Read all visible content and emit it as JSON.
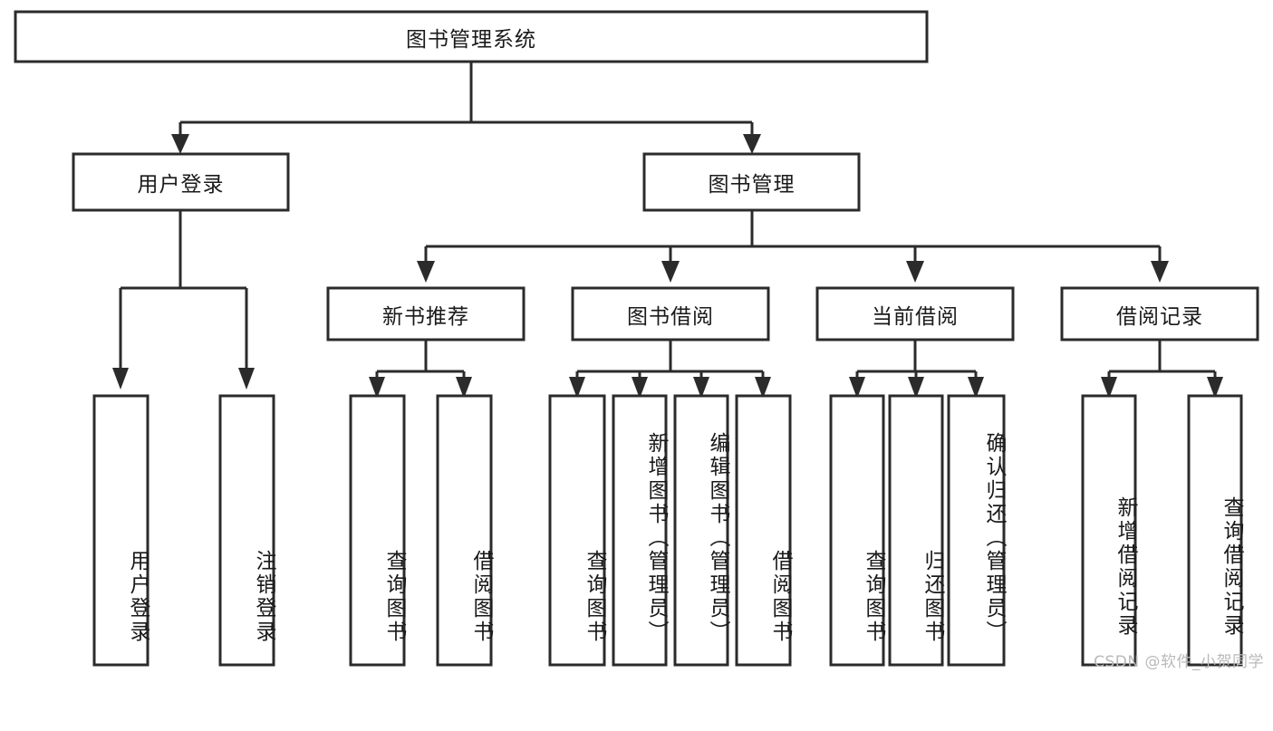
{
  "diagram": {
    "type": "tree-hierarchy",
    "title": "图书管理系统",
    "colors": {
      "background": "#ffffff",
      "stroke": "#2b2b2b",
      "box_fill": "#ffffff",
      "text": "#1a1a1a",
      "watermark": "#b9b9b9"
    },
    "root": {
      "label": "图书管理系统"
    },
    "level2": [
      {
        "label": "用户登录"
      },
      {
        "label": "图书管理"
      }
    ],
    "level3": [
      {
        "label": "新书推荐"
      },
      {
        "label": "图书借阅"
      },
      {
        "label": "当前借阅"
      },
      {
        "label": "借阅记录"
      }
    ],
    "leaves": {
      "user_login": [
        {
          "label": "用户登录"
        },
        {
          "label": "注销登录"
        }
      ],
      "new_book_recommend": [
        {
          "label": "查询图书"
        },
        {
          "label": "借阅图书"
        }
      ],
      "book_borrow": [
        {
          "label": "查询图书"
        },
        {
          "label": "新增图书（管理员）"
        },
        {
          "label": "编辑图书（管理员）"
        },
        {
          "label": "借阅图书"
        }
      ],
      "current_borrow": [
        {
          "label": "查询图书"
        },
        {
          "label": "归还图书"
        },
        {
          "label": "确认归还（管理员）"
        }
      ],
      "borrow_record": [
        {
          "label": "新增借阅记录"
        },
        {
          "label": "查询借阅记录"
        }
      ]
    }
  },
  "watermark": {
    "text": "CSDN @软件_小贺同学"
  }
}
